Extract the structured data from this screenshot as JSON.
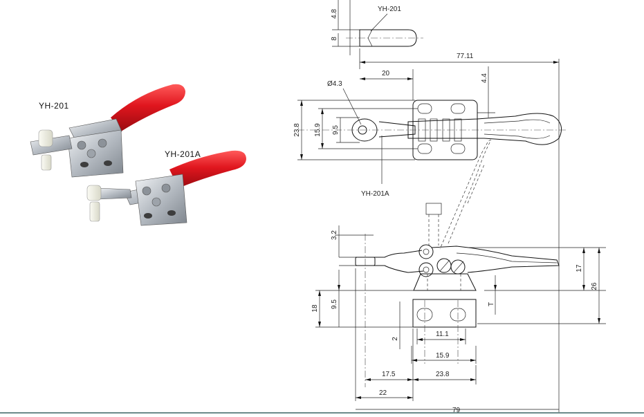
{
  "photo": {
    "label_201": "YH-201",
    "label_201a": "YH-201A"
  },
  "top_view": {
    "label_201": "YH-201",
    "label_201a": "YH-201A",
    "dim_4_8": "4.8",
    "dim_8": "8",
    "dim_77_11": "77.11",
    "dim_20": "20",
    "dim_4_4": "4.4",
    "dim_dia_4_3": "Ø4.3",
    "dim_23_8": "23.8",
    "dim_15_9": "15.9",
    "dim_9_5": "9.5"
  },
  "side_view": {
    "dim_3_2": "3.2",
    "dim_17": "17",
    "dim_26": "26",
    "dim_18": "18",
    "dim_9_5": "9.5",
    "dim_T": "T",
    "dim_2": "2",
    "dim_11_1": "11.1",
    "dim_15_9": "15.9",
    "dim_17_5": "17.5",
    "dim_23_8": "23.8",
    "dim_22": "22",
    "dim_79": "79"
  },
  "colors": {
    "handle_red": "#d8141c",
    "metal": "#b9bec4",
    "line": "#111111"
  }
}
